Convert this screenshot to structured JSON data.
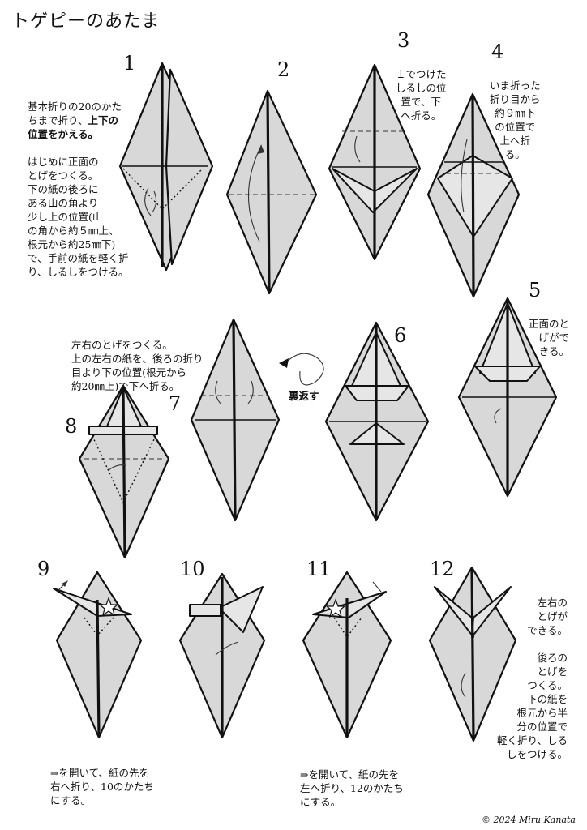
{
  "title": "トゲピーのあたま",
  "steps": [
    {
      "n": "1",
      "text": [
        "基本折りの20のかた",
        "ちまで折り、",
        "上下の",
        "位置をかえる。",
        "",
        "はじめに正面の",
        "とげをつくる。",
        "下の紙の後ろに",
        "ある山の角より",
        "少し上の位置(山",
        "の角から約５㎜上、",
        "根元から約25㎜下)",
        "で、手前の紙を軽く折",
        "り、しるしをつける。"
      ]
    },
    {
      "n": "2",
      "text": []
    },
    {
      "n": "3",
      "text": [
        "１でつけた",
        "しるしの位",
        "置で、下",
        "へ折る。"
      ]
    },
    {
      "n": "4",
      "text": [
        "いま折った",
        "折り目から",
        "約９㎜下",
        "の位置で",
        "上へ折",
        "る。"
      ]
    },
    {
      "n": "5",
      "text": [
        "正面のと",
        "げがで",
        "きる。"
      ]
    },
    {
      "n": "6",
      "text": []
    },
    {
      "n": "7",
      "text": [
        "左右のとげをつくる。",
        "上の左右の紙を、後ろの折り",
        "目より下の位置(根元から",
        "約20㎜上)で下へ折る。"
      ]
    },
    {
      "n": "8",
      "text": []
    },
    {
      "n": "9",
      "text": [
        "⇒を開いて、紙の先を",
        "右へ折り、10のかたち",
        "にする。"
      ]
    },
    {
      "n": "10",
      "text": []
    },
    {
      "n": "11",
      "text": [
        "⇒を開いて、紙の先を",
        "左へ折り、12のかたち",
        "にする。"
      ]
    },
    {
      "n": "12",
      "text": [
        "左右の",
        "とげが",
        "できる。",
        "",
        "後ろの",
        "とげを",
        "つくる。",
        "下の紙を",
        "根元から半",
        "分の位置で",
        "軽く折り、しる",
        "しをつける。"
      ]
    }
  ],
  "flip_label": "裏返す",
  "copyright": "© 2024 Miru Kanata"
}
